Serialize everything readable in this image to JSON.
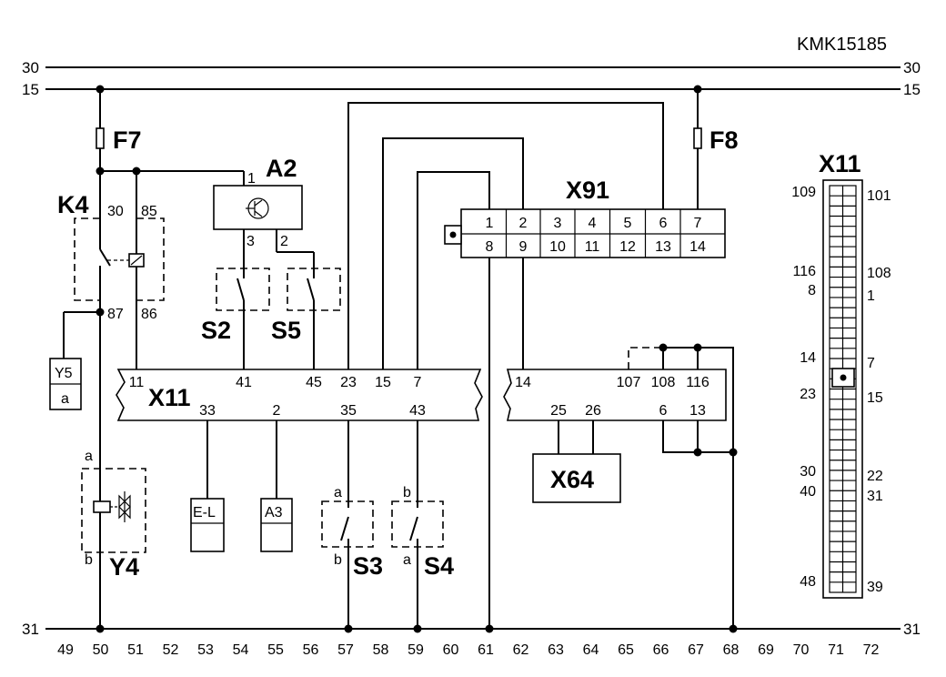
{
  "drawing_id": "KMK15185",
  "rails": {
    "top_30": "30",
    "top_15": "15",
    "bottom_31": "31"
  },
  "grid_numbers": [
    "49",
    "50",
    "51",
    "52",
    "53",
    "54",
    "55",
    "56",
    "57",
    "58",
    "59",
    "60",
    "61",
    "62",
    "63",
    "64",
    "65",
    "66",
    "67",
    "68",
    "69",
    "70",
    "71",
    "72"
  ],
  "components": {
    "F7": "F7",
    "F8": "F8",
    "A2": "A2",
    "K4": "K4",
    "S2": "S2",
    "S5": "S5",
    "S3": "S3",
    "S4": "S4",
    "Y4": "Y4",
    "Y5": "Y5",
    "Y5_pin": "a",
    "X11": "X11",
    "X11_connector_title": "X11",
    "X91": "X91",
    "X64": "X64",
    "E_L": "E-L",
    "A3": "A3"
  },
  "pins": {
    "A2_1": "1",
    "A2_3": "3",
    "A2_2": "2",
    "K4_30": "30",
    "K4_85": "85",
    "K4_87": "87",
    "K4_86": "86",
    "Y4_a": "a",
    "Y4_b": "b",
    "S3_a": "a",
    "S3_b": "b",
    "S4_b": "b",
    "S4_a": "a",
    "x11_left_top": [
      "11",
      "41",
      "45",
      "23",
      "15",
      "7"
    ],
    "x11_left_bottom": [
      "33",
      "2",
      "35",
      "43"
    ],
    "x11_right_top": [
      "14",
      "107",
      "108",
      "116"
    ],
    "x11_right_bottom": [
      "25",
      "26",
      "6",
      "13"
    ],
    "x91_top": [
      "1",
      "2",
      "3",
      "4",
      "5",
      "6",
      "7"
    ],
    "x91_bottom": [
      "8",
      "9",
      "10",
      "11",
      "12",
      "13",
      "14"
    ]
  },
  "x11_connector_labels": {
    "left": [
      "109",
      "116",
      "8",
      "14",
      "23",
      "30",
      "40",
      "48"
    ],
    "right": [
      "101",
      "108",
      "1",
      "7",
      "15",
      "22",
      "31",
      "39"
    ]
  }
}
